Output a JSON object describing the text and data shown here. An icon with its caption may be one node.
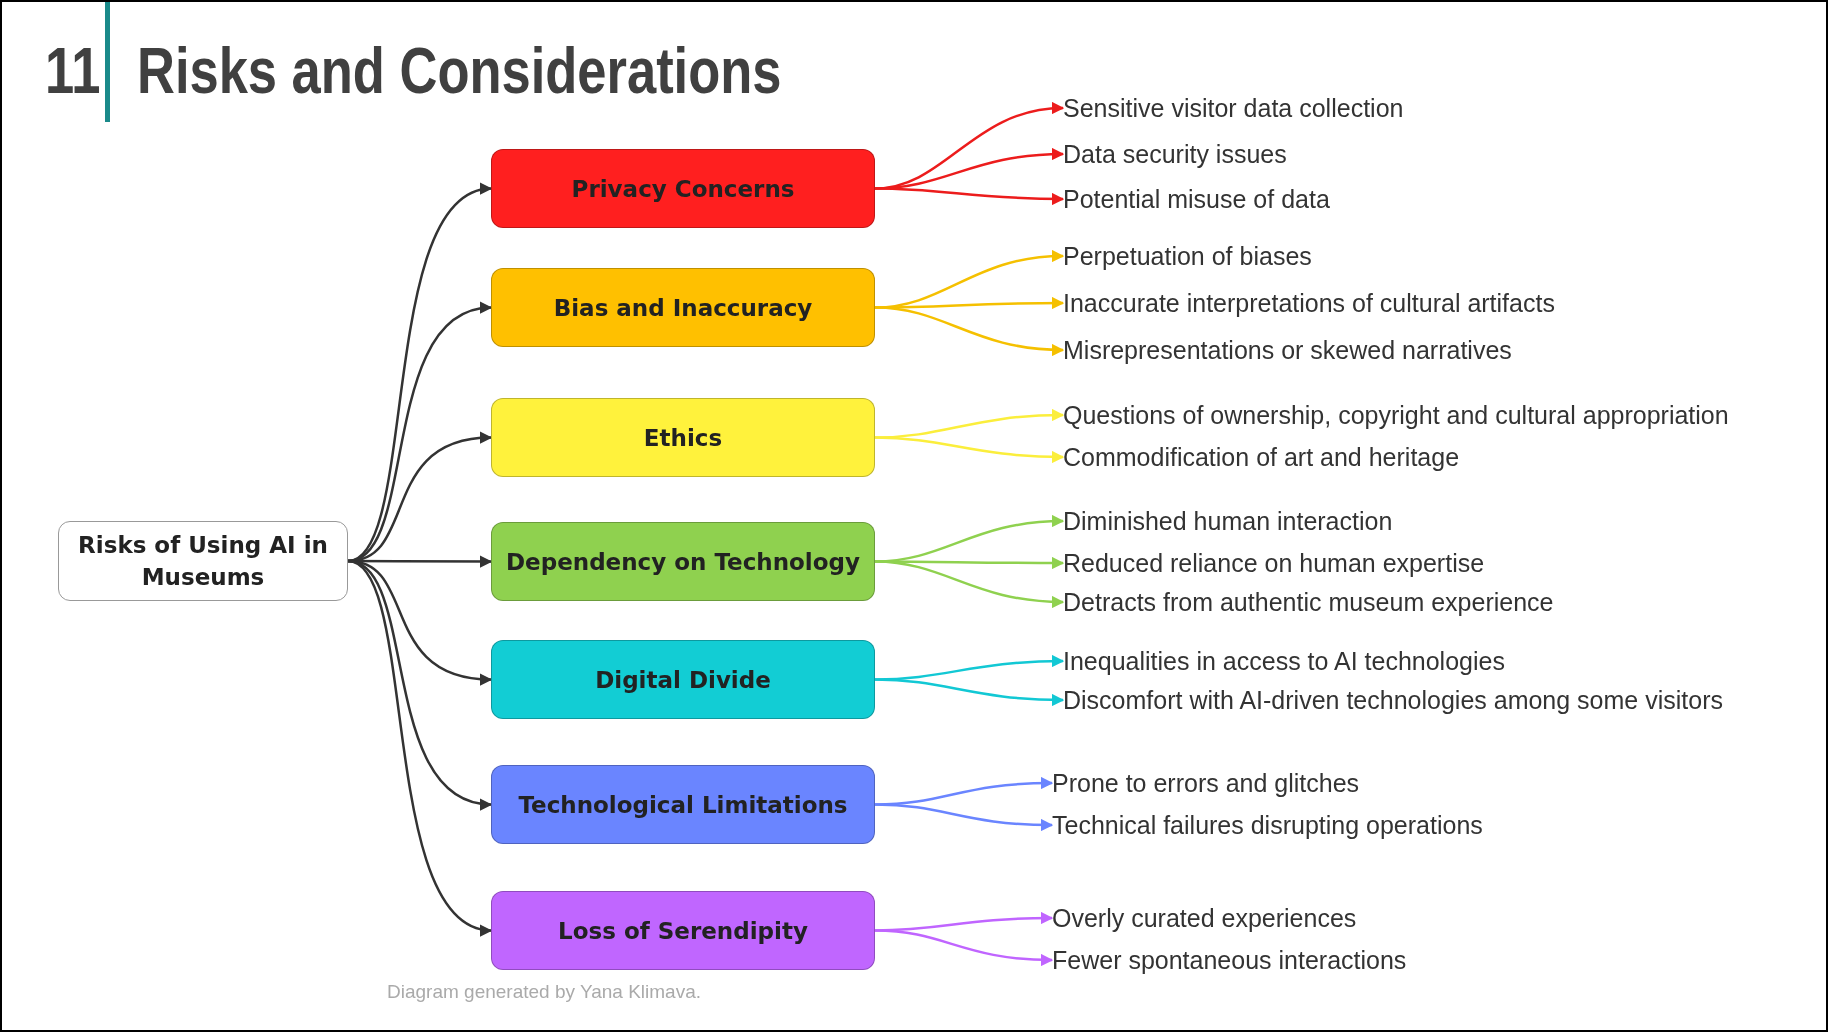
{
  "diagram": {
    "title": "Risks and Considerations",
    "caption": "Diagram generated by Yana Klimava.",
    "labels": [
      "11"
    ],
    "nodes": [
      {
        "text": [
          "Risks of Using AI in Museums"
        ]
      },
      {
        "text": [
          "Privacy Concerns"
        ]
      },
      {
        "text": [
          "Sensitive visitor data collection"
        ]
      },
      {
        "text": [
          "Data security issues"
        ]
      },
      {
        "text": [
          "Potential misuse of data"
        ]
      },
      {
        "text": [
          "Bias and Inaccuracy"
        ]
      },
      {
        "text": [
          "Perpetuation of biases"
        ]
      },
      {
        "text": [
          "Inaccurate interpretations of cultural artifacts"
        ]
      },
      {
        "text": [
          "Misrepresentations or skewed narratives"
        ]
      },
      {
        "text": [
          "Ethics"
        ]
      },
      {
        "text": [
          "Questions of ownership, copyright and cultural appropriation"
        ]
      },
      {
        "text": [
          "Commodification of art and heritage"
        ]
      },
      {
        "text": [
          "Dependency on Technology"
        ]
      },
      {
        "text": [
          "Diminished human interaction"
        ]
      },
      {
        "text": [
          "Reduced reliance on human expertise"
        ]
      },
      {
        "text": [
          "Detracts from authentic museum experience"
        ]
      },
      {
        "text": [
          "Digital Divide"
        ]
      },
      {
        "text": [
          "Inequalities in access to AI technologies"
        ]
      },
      {
        "text": [
          "Discomfort with AI-driven technologies among some visitors"
        ]
      },
      {
        "text": [
          "Technological Limitations"
        ]
      },
      {
        "text": [
          "Prone to errors and glitches"
        ]
      },
      {
        "text": [
          "Technical failures disrupting operations"
        ]
      },
      {
        "text": [
          "Loss of Serendipity"
        ]
      },
      {
        "text": [
          "Overly curated experiences"
        ]
      },
      {
        "text": [
          "Fewer spontaneous interactions"
        ]
      }
    ],
    "edges": [
      {
        "from": 0,
        "to": 1,
        "arrow": "to"
      },
      {
        "from": 0,
        "to": 5,
        "arrow": "to"
      },
      {
        "from": 0,
        "to": 9,
        "arrow": "to"
      },
      {
        "from": 0,
        "to": 12,
        "arrow": "to"
      },
      {
        "from": 0,
        "to": 16,
        "arrow": "to"
      },
      {
        "from": 0,
        "to": 19,
        "arrow": "to"
      },
      {
        "from": 0,
        "to": 22,
        "arrow": "to"
      },
      {
        "from": 1,
        "to": 2,
        "arrow": "to",
        "color": "#ec1c1c"
      },
      {
        "from": 1,
        "to": 3,
        "arrow": "to",
        "color": "#ec1c1c"
      },
      {
        "from": 1,
        "to": 4,
        "arrow": "to",
        "color": "#ec1c1c"
      },
      {
        "from": 5,
        "to": 6,
        "arrow": "to",
        "color": "#f5c000"
      },
      {
        "from": 5,
        "to": 7,
        "arrow": "to",
        "color": "#f5c000"
      },
      {
        "from": 5,
        "to": 8,
        "arrow": "to",
        "color": "#f5c000"
      },
      {
        "from": 9,
        "to": 10,
        "arrow": "to",
        "color": "#fbee3c"
      },
      {
        "from": 9,
        "to": 11,
        "arrow": "to",
        "color": "#fbee3c"
      },
      {
        "from": 12,
        "to": 13,
        "arrow": "to",
        "color": "#8fd14f"
      },
      {
        "from": 12,
        "to": 14,
        "arrow": "to",
        "color": "#8fd14f"
      },
      {
        "from": 12,
        "to": 15,
        "arrow": "to",
        "color": "#8fd14f"
      },
      {
        "from": 16,
        "to": 17,
        "arrow": "to",
        "color": "#12c8d4"
      },
      {
        "from": 16,
        "to": 18,
        "arrow": "to",
        "color": "#12c8d4"
      },
      {
        "from": 19,
        "to": 20,
        "arrow": "to",
        "color": "#6a85ff"
      },
      {
        "from": 19,
        "to": 21,
        "arrow": "to",
        "color": "#6a85ff"
      },
      {
        "from": 22,
        "to": 23,
        "arrow": "to",
        "color": "#c065ff"
      },
      {
        "from": 22,
        "to": 24,
        "arrow": "to",
        "color": "#c065ff"
      }
    ]
  }
}
